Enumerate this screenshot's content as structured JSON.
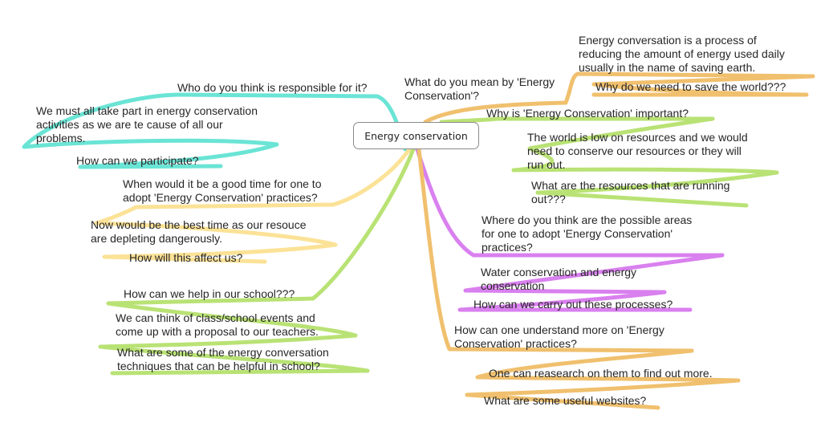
{
  "central_topic": "Energy conservation",
  "colors": {
    "cyan": "#5ee2d2",
    "yellow": "#fbe08e",
    "green": "#b4e06a",
    "purple": "#d676ee",
    "orange": "#efbb62"
  },
  "nodes": {
    "q_responsible": "Who do you think is responsible for it?",
    "a_responsible": "We must all take part in energy conservation\nactivities as we are te cause of all our\nproblems.",
    "q_participate": "How can we participate?",
    "q_good_time": "When would it be a good time for one to\nadopt 'Energy Conservation' practices?",
    "a_good_time": "Now would be the best time as our resouce\nare depleting dangerously.",
    "q_affect": "How will this affect us?",
    "q_school": "How can we help in our school???",
    "a_school": "We can think of class/school events and\ncome up with a proposal to our teachers.",
    "q_techniques": "What are some of the energy conversation\ntechniques that can be helpful in school?",
    "q_meaning": "What do you mean by 'Energy\nConservation'?",
    "a_meaning": "Energy conversation is a process of\nreducing the amount of energy used daily\nusually in the name of saving earth.",
    "q_save_world": "Why do we need to save the world???",
    "q_important": "Why is 'Energy Conservation' important?",
    "a_important": "The world is low on resources and we would\nneed to conserve our resources or they will\nrun out.",
    "q_resources": "What are the resources that are running\nout???",
    "q_areas": "Where do you think are the possible areas\nfor one to adopt 'Energy Conservation'\npractices?",
    "a_areas": "Water conservation and energy\nconservation",
    "q_processes": "How can we carry out these processes?",
    "q_understand": "How can one understand more on 'Energy\nConservation' practices?",
    "a_understand": "One can reasearch on them to find out more.",
    "q_websites": "What are some useful websites?"
  }
}
